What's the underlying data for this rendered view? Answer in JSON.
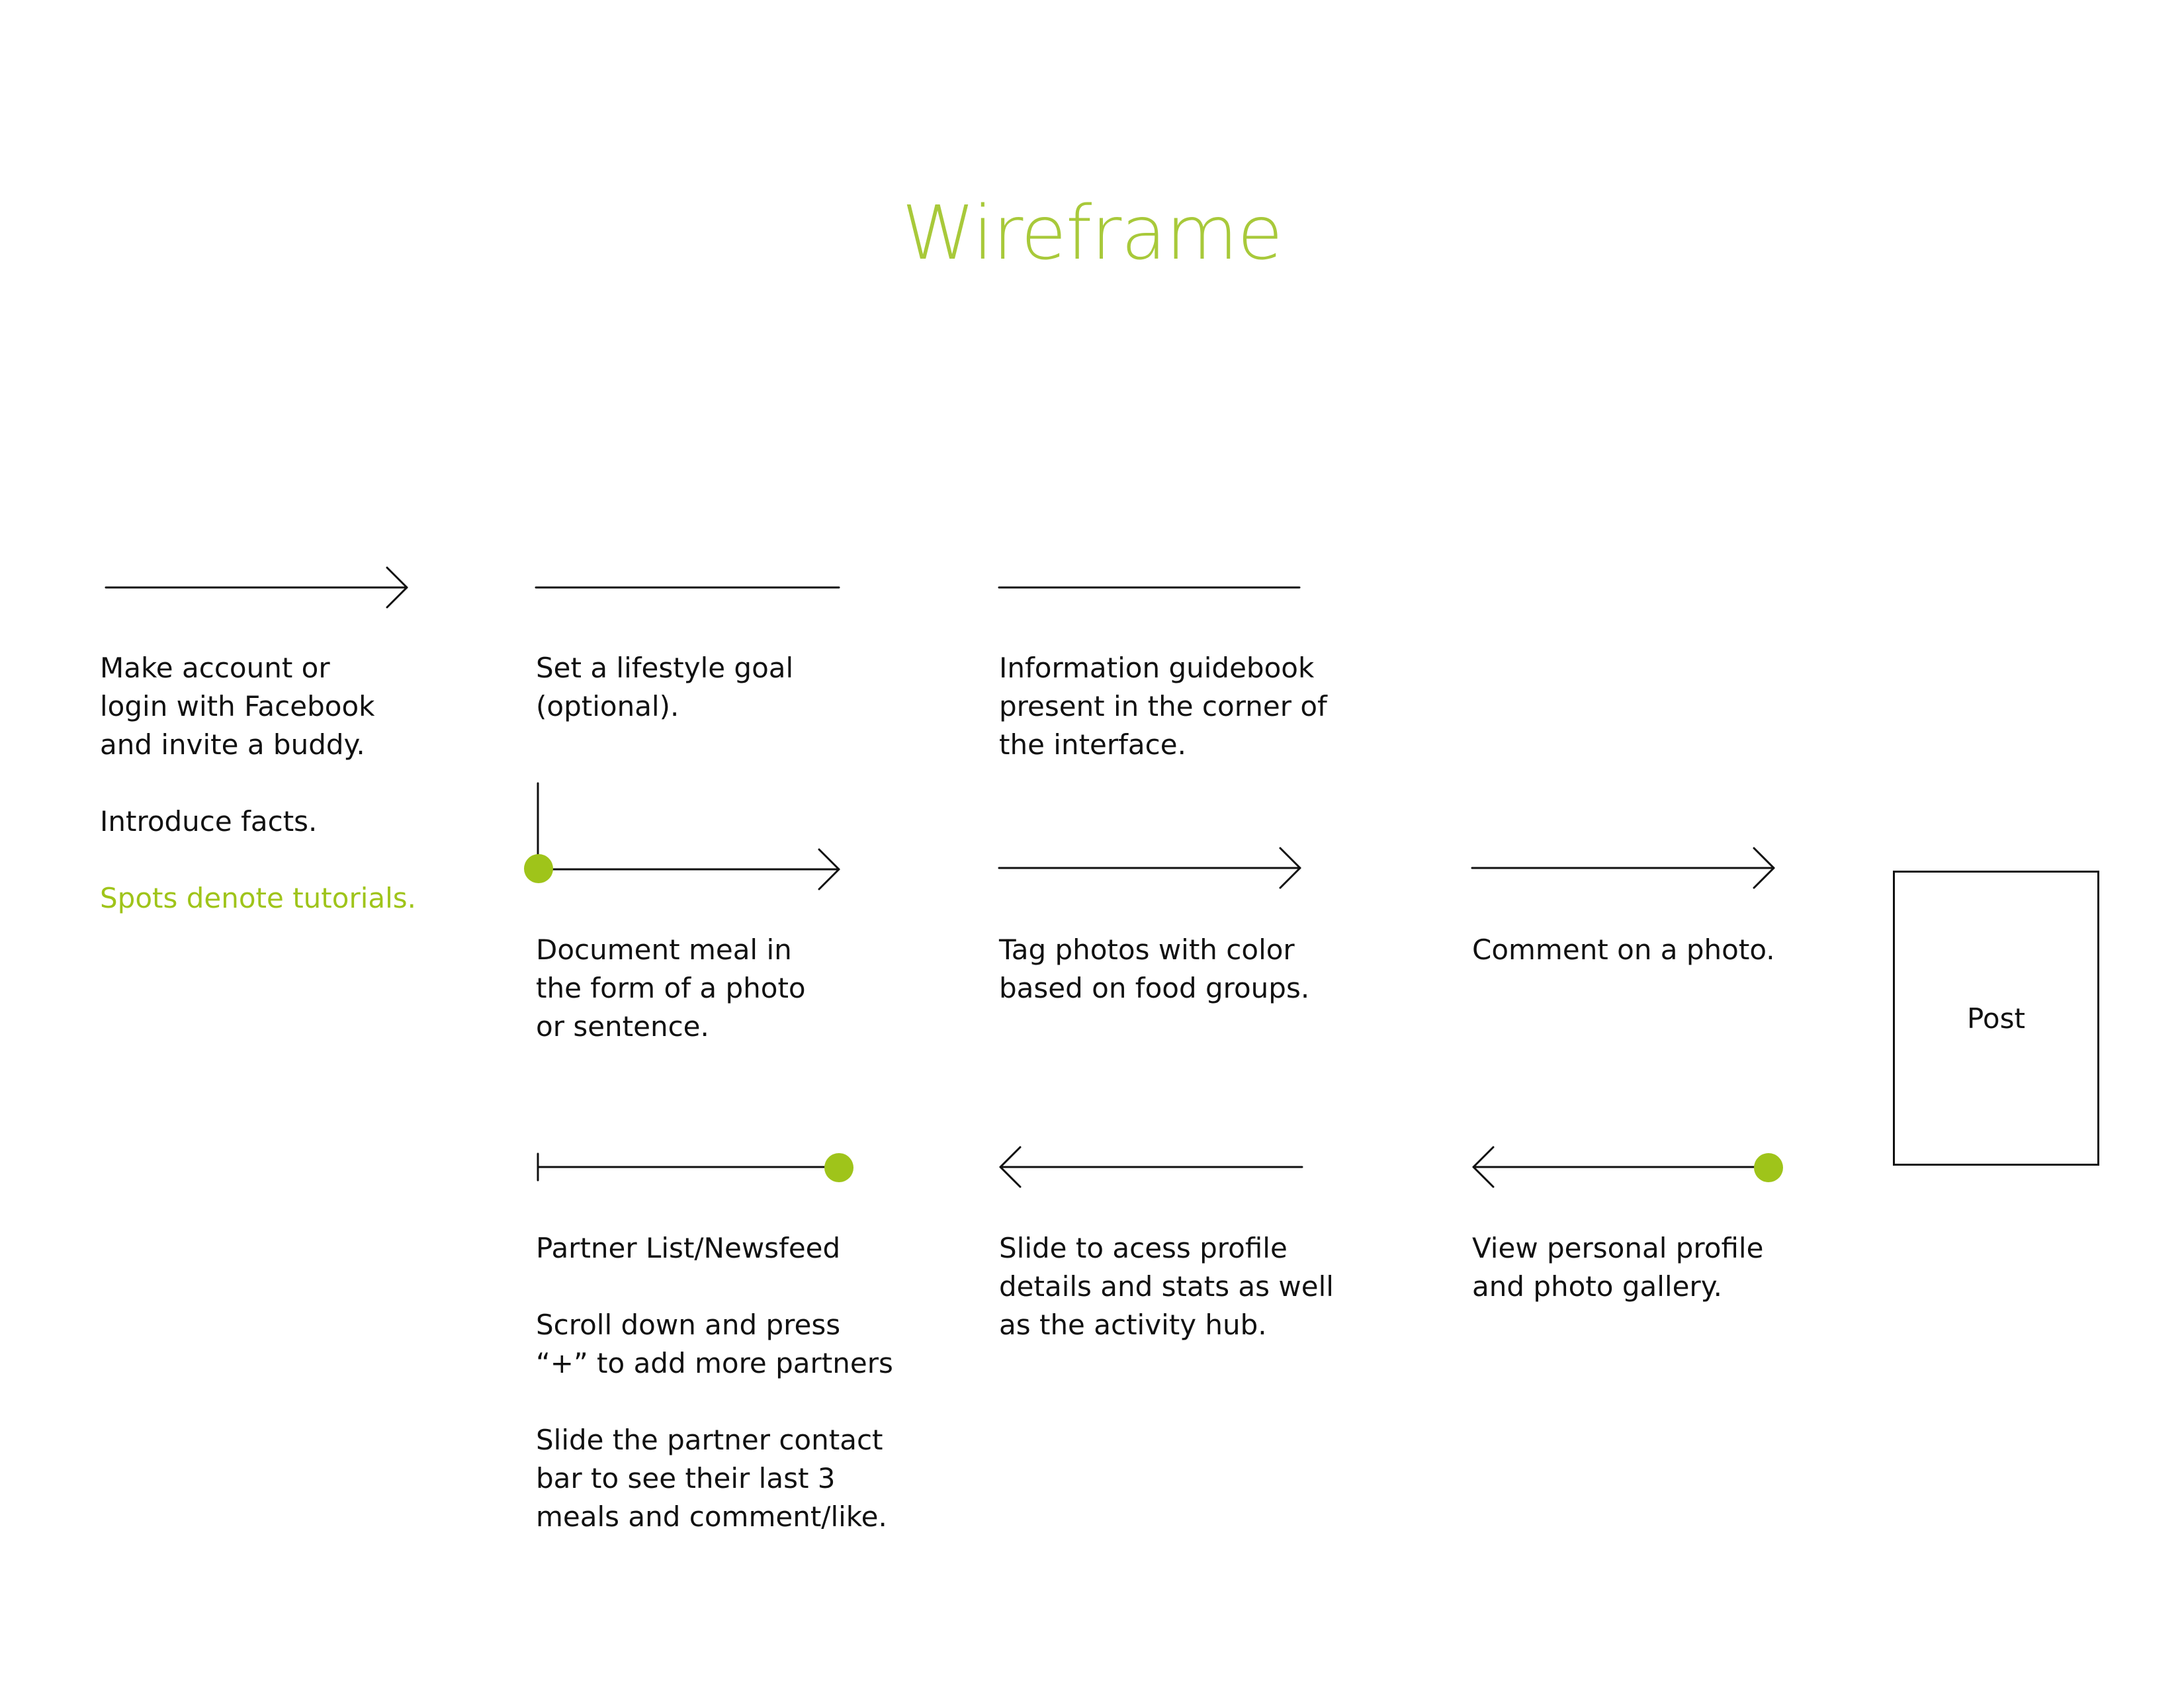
{
  "title": "Wireframe",
  "colors": {
    "accent": "#9fc41a",
    "title": "#a8c93a",
    "ink": "#111111"
  },
  "steps": {
    "account": "Make account or\nlogin with Facebook\nand invite a buddy.\n\nIntroduce facts.",
    "tutorials_note": "Spots denote tutorials.",
    "goal": "Set a lifestyle goal\n(optional).",
    "guidebook": "Information guidebook\npresent in the corner of\nthe interface.",
    "document": "Document meal in\nthe form of a photo\nor sentence.",
    "tag": "Tag photos with color\nbased on food groups.",
    "comment": "Comment on a photo.",
    "post": "Post",
    "partner": "Partner List/Newsfeed\n\nScroll down and press\n“+” to add more partners\n\nSlide the partner contact\nbar to see their last 3\nmeals and comment/like.",
    "slide_profile": "Slide to acess profile\ndetails and stats as well\nas the activity hub.",
    "view_profile": "View personal profile\nand photo gallery."
  }
}
